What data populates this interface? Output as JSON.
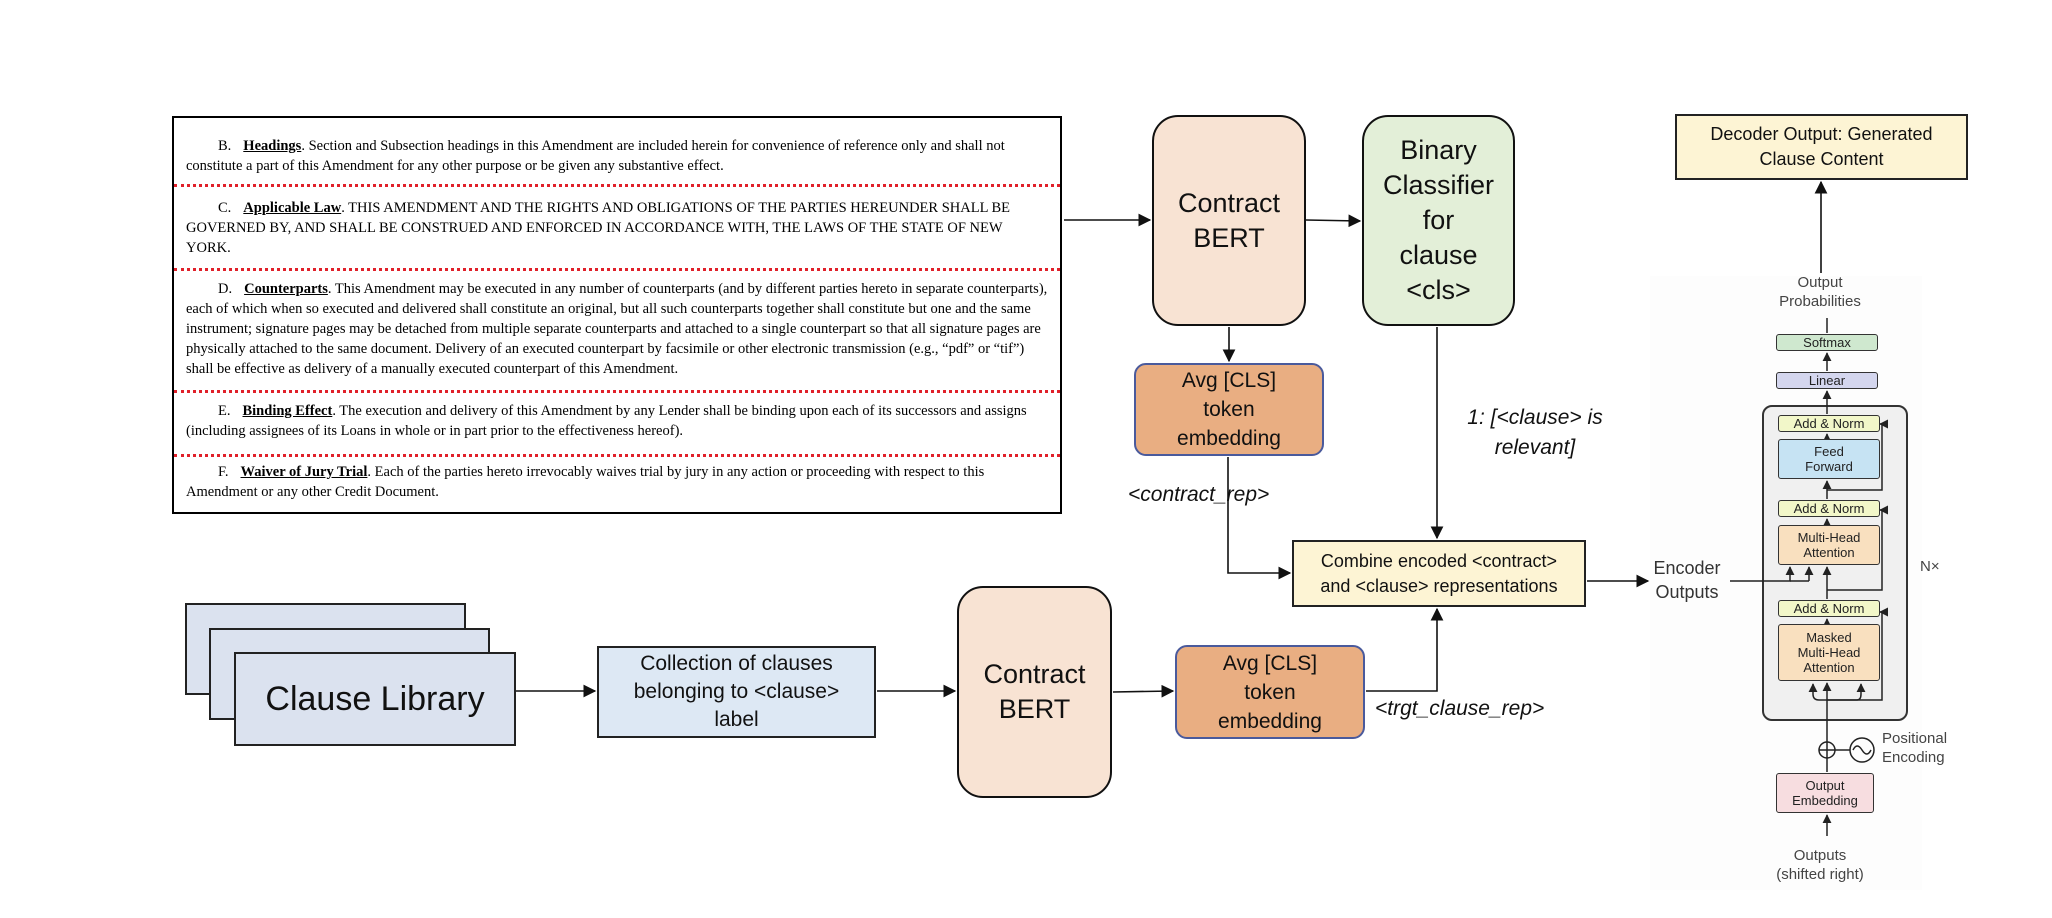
{
  "document": {
    "clauses": [
      {
        "letter": "B.",
        "heading": "Headings",
        "text": ". Section and Subsection headings in this Amendment are included herein for convenience of reference only and shall not constitute a part of this Amendment for any other purpose or be given any substantive effect."
      },
      {
        "letter": "C.",
        "heading": "Applicable Law",
        "text": ". THIS AMENDMENT AND THE RIGHTS AND OBLIGATIONS OF THE PARTIES HEREUNDER SHALL BE GOVERNED BY, AND SHALL BE CONSTRUED AND ENFORCED IN ACCORDANCE WITH, THE LAWS OF THE STATE OF NEW YORK."
      },
      {
        "letter": "D.",
        "heading": "Counterparts",
        "text": ". This Amendment may be executed in any number of counterparts (and by different parties hereto in separate counterparts), each of which when so executed and delivered shall constitute an original, but all such counterparts together shall constitute but one and the same instrument; signature pages may be detached from multiple separate counterparts and attached to a single counterpart so that all signature pages are physically attached to the same document. Delivery of an executed counterpart by facsimile or other electronic transmission (e.g., “pdf” or “tif”) shall be effective as delivery of a manually executed counterpart of this Amendment."
      },
      {
        "letter": "E.",
        "heading": "Binding Effect",
        "text": ". The execution and delivery of this Amendment by any Lender shall be binding upon each of its successors and assigns (including assignees of its Loans in whole or in part prior to the effectiveness hereof)."
      },
      {
        "letter": "F.",
        "heading": "Waiver of Jury Trial",
        "text": ". Each of the parties hereto irrevocably waives trial by jury in any action or proceeding with respect to this Amendment or any other Credit Document."
      }
    ]
  },
  "nodes": {
    "contract_bert_top": [
      "Contract",
      "BERT"
    ],
    "binary_classifier": [
      "Binary",
      "Classifier",
      "for",
      "clause",
      "<cls>"
    ],
    "avg_cls_top": [
      "Avg [CLS]",
      "token",
      "embedding"
    ],
    "contract_rep_label": "<contract_rep>",
    "relevant_label": [
      "1: [<clause> is",
      "relevant]"
    ],
    "combine": [
      "Combine encoded <contract>",
      "and <clause> representations"
    ],
    "clause_library": "Clause Library",
    "collection": [
      "Collection of clauses",
      "belonging to <clause>",
      "label"
    ],
    "contract_bert_bottom": [
      "Contract",
      "BERT"
    ],
    "avg_cls_bottom": [
      "Avg [CLS]",
      "token",
      "embedding"
    ],
    "trgt_clause_rep_label": "<trgt_clause_rep>",
    "encoder_outputs": [
      "Encoder",
      "Outputs"
    ],
    "decoder_output": [
      "Decoder Output: Generated",
      "Clause Content"
    ]
  },
  "transformer": {
    "output_probabilities": [
      "Output",
      "Probabilities"
    ],
    "softmax": "Softmax",
    "linear": "Linear",
    "add_norm": "Add & Norm",
    "feed_forward": [
      "Feed",
      "Forward"
    ],
    "multi_head_attention": [
      "Multi-Head",
      "Attention"
    ],
    "masked_multi_head_attention": [
      "Masked",
      "Multi-Head",
      "Attention"
    ],
    "nx": "N×",
    "positional_encoding": [
      "Positional",
      "Encoding"
    ],
    "output_embedding": [
      "Output",
      "Embedding"
    ],
    "outputs": [
      "Outputs",
      "(shifted right)"
    ]
  }
}
